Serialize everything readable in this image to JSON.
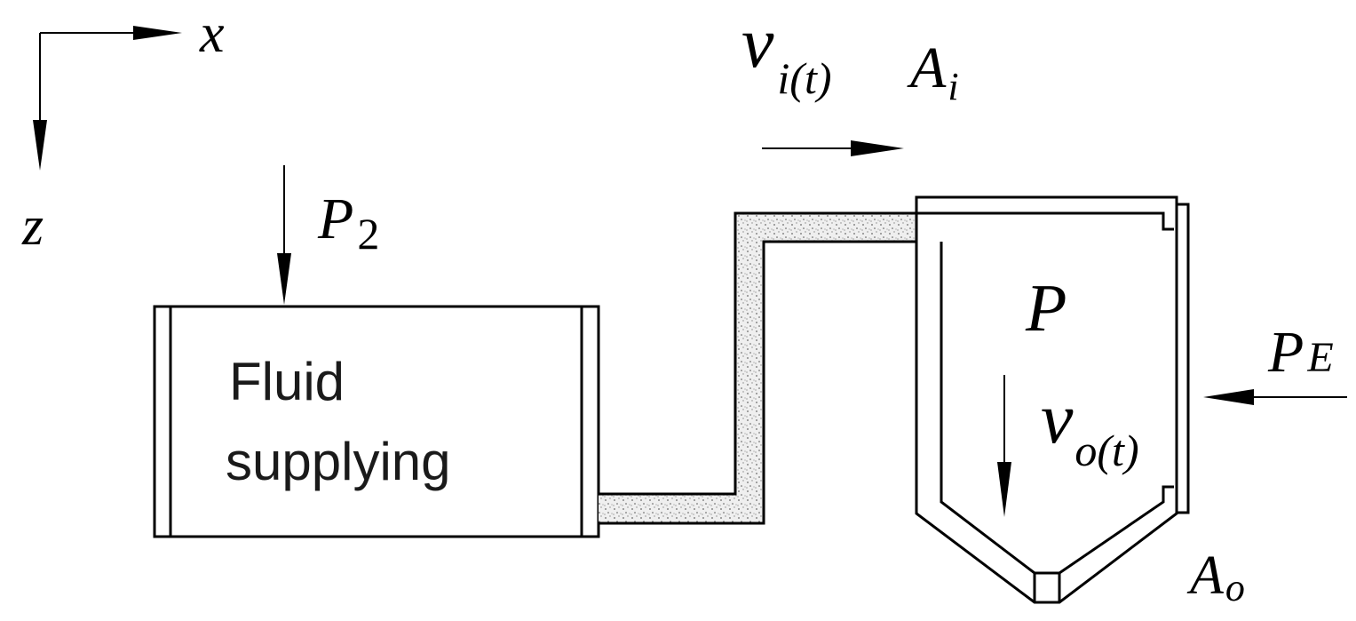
{
  "axes": {
    "x_label": "x",
    "z_label": "z"
  },
  "supply": {
    "label_line1": "Fluid",
    "label_line2": "supplying",
    "pressure_symbol": "P",
    "pressure_subscript": "2"
  },
  "inlet": {
    "velocity_symbol": "v",
    "velocity_subscript": "i(t)",
    "area_symbol": "A",
    "area_subscript": "i"
  },
  "chamber": {
    "pressure_symbol": "P",
    "velocity_symbol": "v",
    "velocity_subscript": "o(t)",
    "outlet_area_symbol": "A",
    "outlet_area_subscript": "o"
  },
  "external": {
    "pressure_symbol": "P",
    "pressure_subscript": "E"
  },
  "colors": {
    "line": "#000000",
    "pipe_fill": "#e4e4e4",
    "background": "#ffffff"
  }
}
